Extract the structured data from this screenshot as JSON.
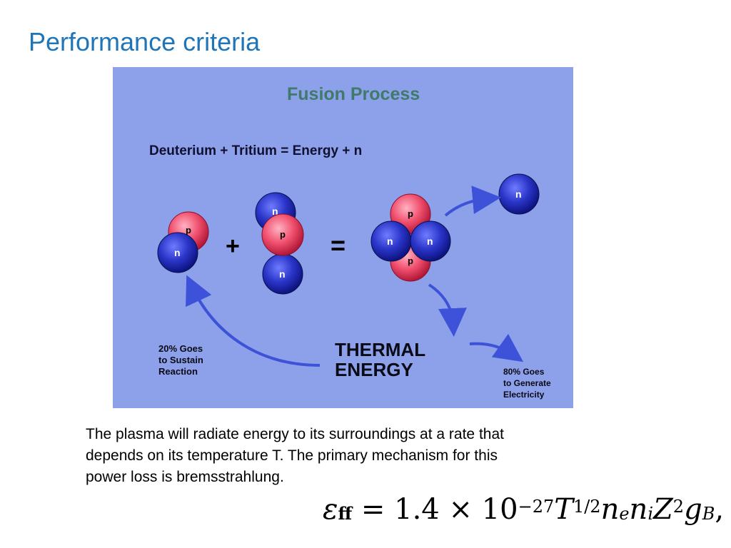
{
  "slide": {
    "title": "Performance criteria"
  },
  "figure": {
    "title": "Fusion Process",
    "equation": "Deuterium + Tritium = Energy + n",
    "plus_sign": "+",
    "equals_sign": "=",
    "proton_label": "p",
    "neutron_label": "n",
    "thermal_line1": "THERMAL",
    "thermal_line2": "ENERGY",
    "sustain_line1": "20% Goes",
    "sustain_line2": "to Sustain",
    "sustain_line3": "Reaction",
    "generate_line1": "80% Goes",
    "generate_line2": "to Generate",
    "generate_line3": "Electricity",
    "colors": {
      "background": "#8da0ea",
      "proton": "#f0506e",
      "neutron": "#2a35c8",
      "title": "#3f7a6a",
      "arrow": "#3d52d8"
    }
  },
  "body": {
    "line1": "The plasma will radiate energy to its surroundings at a rate that",
    "line2": "depends on its temperature T. The primary mechanism for this",
    "line3": "power loss is bremsstrahlung."
  },
  "formula": {
    "lhs_symbol": "ε",
    "lhs_subscript": "ff",
    "equals": "=",
    "coefficient": "1.4",
    "times": "×",
    "base": "10",
    "exponent": "−27",
    "temp": "T",
    "temp_exponent": "1/2",
    "ne": "n",
    "ne_sub": "e",
    "ni": "n",
    "ni_sub": "i",
    "z": "Z",
    "z_exp": "2",
    "g": "g",
    "g_sub": "B",
    "comma": ","
  }
}
